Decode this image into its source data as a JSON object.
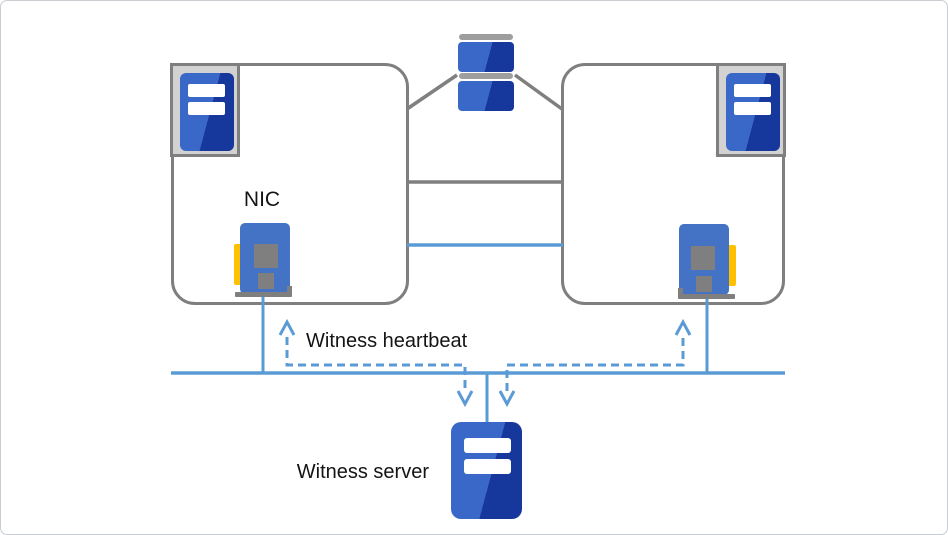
{
  "labels": {
    "nic": "NIC",
    "heartbeat": "Witness heartbeat",
    "witness_server": "Witness server"
  },
  "icons": {
    "server_icon": "blue tower server with two white drive slots",
    "storage_icon": "stacked disk platters (shared storage)",
    "nic_icon": "blue network interface card with yellow port, gray chips and bracket",
    "witness_server_icon": "blue tower server with two white drive slots",
    "heartbeat_arrow_icon": "open chevron arrowhead on dashed line"
  },
  "colors": {
    "line_blue": "#5b9bd5",
    "line_gray": "#7f7f7f",
    "icon_blue_light": "#3a68c8",
    "icon_blue_dark": "#16379c",
    "nic_blue": "#4472c4",
    "chip_gray": "#7f7f7f",
    "port_yellow": "#ffc000",
    "frame_fill": "#d2d2d2",
    "storage_bar_gray": "#9e9e9e",
    "canvas_border": "#c9cdd2",
    "text_color": "#141414"
  }
}
